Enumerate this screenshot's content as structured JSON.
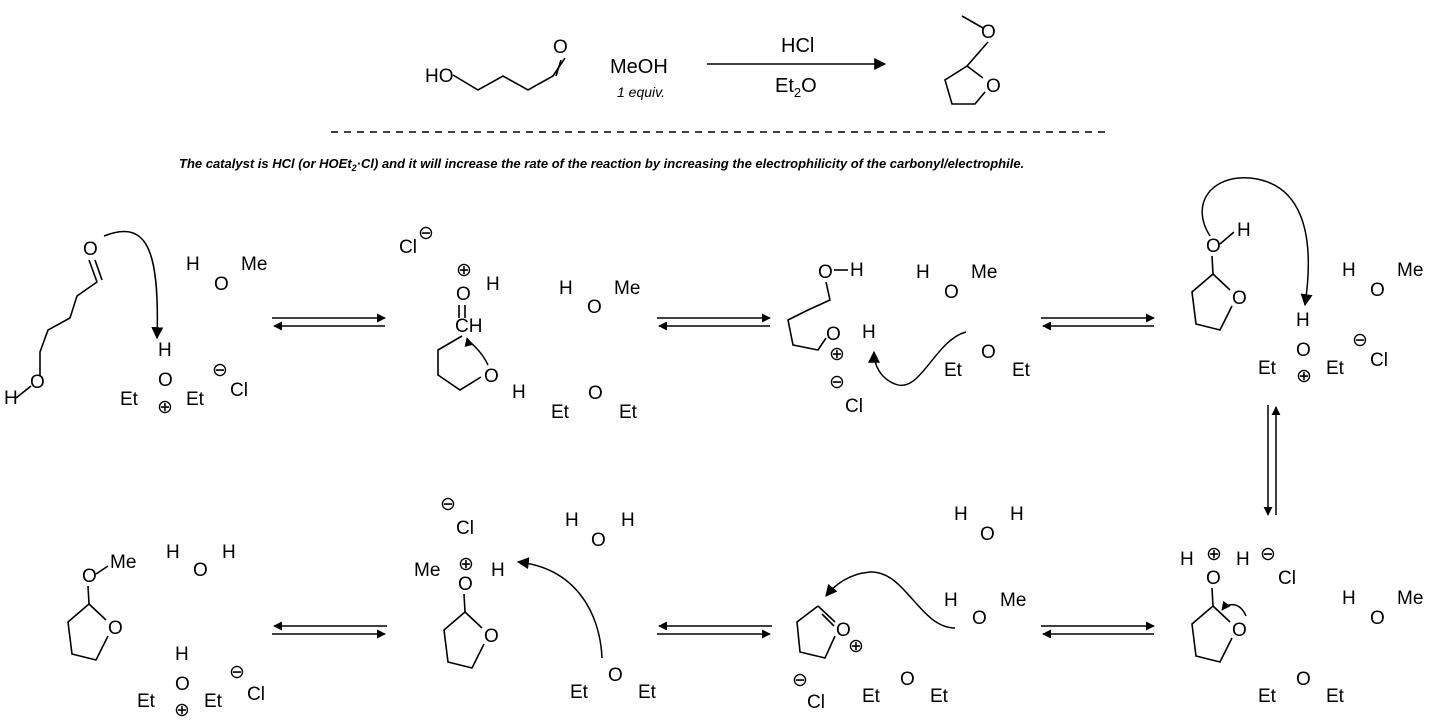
{
  "header": {
    "ho": "HO",
    "o": "O",
    "meoh": "MeOH",
    "equiv": "1 equiv.",
    "hcl": "HCl",
    "et": "Et",
    "two": "2",
    "oo": "O",
    "product_o": "O",
    "product_ring_o": "O"
  },
  "note": {
    "part1": "The catalyst is HCl (or HOEt",
    "sub": "2",
    "part2": "·Cl) and it will increase the rate of the reaction by increasing the electrophilicity of the carbonyl/electrophile."
  },
  "atoms": {
    "O": "O",
    "H": "H",
    "Me": "Me",
    "Et": "Et",
    "Cl": "Cl",
    "CH": "CH",
    "plus": "⊕",
    "minus": "⊖"
  }
}
